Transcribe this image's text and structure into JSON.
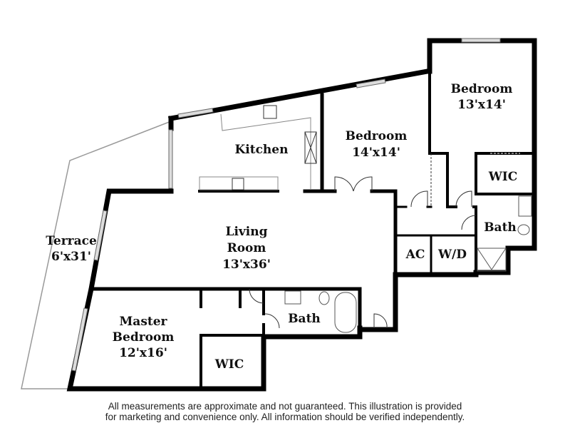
{
  "rooms": {
    "bedroom_ne": {
      "name": "Bedroom",
      "size": "13'x14'"
    },
    "bedroom_mid": {
      "name": "Bedroom",
      "size": "14'x14'"
    },
    "kitchen": {
      "name": "Kitchen"
    },
    "wic_ne": {
      "name": "WIC"
    },
    "bath_ne": {
      "name": "Bath"
    },
    "ac": {
      "name": "AC"
    },
    "wd": {
      "name": "W/D"
    },
    "living": {
      "name1": "Living",
      "name2": "Room",
      "size": "13'x36'"
    },
    "terrace": {
      "name": "Terrace",
      "size": "6'x31'"
    },
    "master": {
      "name1": "Master",
      "name2": "Bedroom",
      "size": "12'x16'"
    },
    "wic_master": {
      "name": "WIC"
    },
    "bath_master": {
      "name": "Bath"
    }
  },
  "disclaimer": {
    "line1": "All measurements are approximate and not guaranteed. This illustration is provided",
    "line2": "for marketing and convenience only. All information should be verified independently."
  },
  "colors": {
    "wall": "#000000",
    "terrace": "#999999",
    "window": "#bbbbbb"
  }
}
